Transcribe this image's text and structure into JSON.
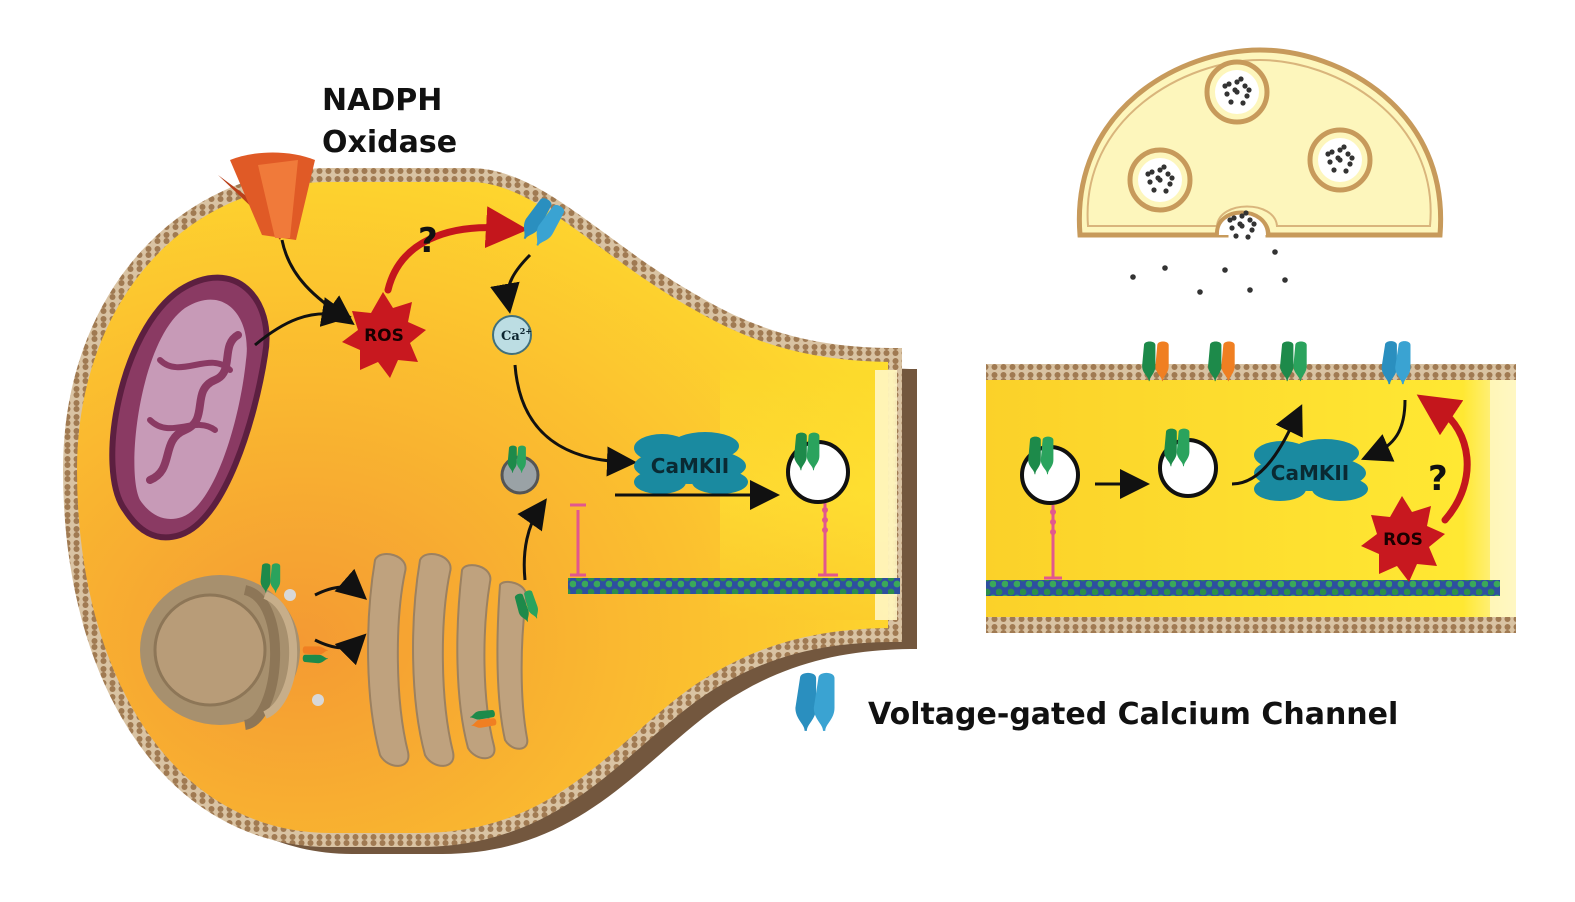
{
  "labels": {
    "nadph_line1": "NADPH",
    "nadph_line2": "Oxidase",
    "ros_left": "ROS",
    "ros_right": "ROS",
    "calcium_base": "Ca",
    "calcium_charge": "2+",
    "camkii_left": "CaMKII",
    "camkii_right": "CaMKII",
    "question_left": "?",
    "question_right": "?",
    "legend": "Voltage-gated Calcium Channel"
  },
  "colors": {
    "cytoplasm_light": "#ffe033",
    "cytoplasm_dark": "#f6a531",
    "membrane": "#a98660",
    "membrane_dark": "#7d5c3c",
    "channel_blue": "#2a8fbf",
    "receptor_green": "#1d8a4a",
    "receptor_orange": "#f07f22",
    "ros_red": "#c8181f",
    "camkii_teal": "#1a8aa0",
    "mitochondria": "#8a3a63",
    "golgi": "#bfa27e",
    "nadph": "#e05a26",
    "vesicle_fill": "#fff7c2",
    "actin_green": "#2c8f4a",
    "actin_blue": "#2e4fa0"
  },
  "icons": {
    "nadph_oxidase": "nadph-oxidase-icon",
    "calcium_channel": "calcium-channel-icon",
    "mitochondrion": "mitochondrion-icon",
    "golgi": "golgi-icon",
    "receptor": "receptor-icon",
    "vesicle": "vesicle-icon"
  }
}
